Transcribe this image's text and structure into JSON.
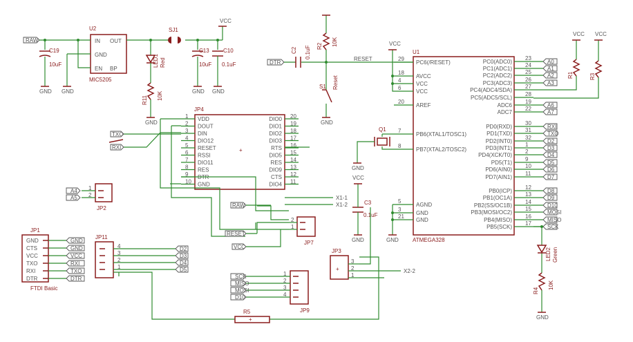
{
  "parts": {
    "u2": {
      "name": "U2",
      "value": "MIC5205",
      "pins": [
        "IN",
        "OUT",
        "GND",
        "EN",
        "BP"
      ]
    },
    "sj1": "SJ1",
    "c19": {
      "name": "C19",
      "value": "10uF"
    },
    "c13": {
      "name": "C13",
      "value": "10uF"
    },
    "c10": {
      "name": "C10",
      "value": "0.1uF"
    },
    "led1": {
      "name": "LED1",
      "color": "Red"
    },
    "r11": {
      "name": "R11",
      "value": "10K"
    },
    "c2": {
      "name": "C2",
      "value": "0.1uF"
    },
    "r2": {
      "name": "R2",
      "value": "10K"
    },
    "s1": {
      "name": "S1",
      "value": "Reset"
    },
    "r1": "R1",
    "r3": "R3",
    "c3": {
      "name": "C3",
      "value": "0.1uF"
    },
    "q1": "Q1",
    "led2": {
      "name": "LED2",
      "color": "Green"
    },
    "r4": {
      "name": "R4",
      "value": "10K"
    },
    "r5": "R5",
    "u1": {
      "name": "U1",
      "value": "ATMEGA328"
    },
    "jp4": "JP4",
    "jp2": "JP2",
    "jp1": "JP1",
    "jp1_value": "FTDI Basic",
    "jp11": "JP11",
    "jp7": "JP7",
    "jp3": "JP3",
    "jp9": "JP9"
  },
  "supply": {
    "vcc": "VCC",
    "gnd": "GND"
  },
  "nets": {
    "reset": "RESET",
    "x1_1": "X1-1",
    "x1_2": "X1-2",
    "x2_2": "X2-2"
  },
  "u1_left": [
    {
      "name": "PC6(/RESET)",
      "num": "29"
    },
    {
      "name": "AVCC",
      "num": "18"
    },
    {
      "name": "VCC",
      "num": "4"
    },
    {
      "name": "VCC",
      "num": "6"
    },
    {
      "name": "AREF",
      "num": "20"
    },
    {
      "name": "PB6(XTAL1/TOSC1)",
      "num": "7"
    },
    {
      "name": "PB7(XTAL2/TOSC2)",
      "num": "8"
    },
    {
      "name": "AGND",
      "num": "5"
    },
    {
      "name": "GND",
      "num": "3"
    },
    {
      "name": "GND",
      "num": "21"
    }
  ],
  "u1_right": [
    {
      "name": "PC0(ADC0)",
      "num": "23",
      "flag": "A0"
    },
    {
      "name": "PC1(ADC1)",
      "num": "24",
      "flag": "A1"
    },
    {
      "name": "PC2(ADC2)",
      "num": "25",
      "flag": "A2"
    },
    {
      "name": "PC3(ADC3)",
      "num": "26",
      "flag": "A3"
    },
    {
      "name": "PC4(ADC4/SDA)",
      "num": "27",
      "flag": ""
    },
    {
      "name": "PC5(ADC5/SCL)",
      "num": "28",
      "flag": ""
    },
    {
      "name": "ADC6",
      "num": "19",
      "flag": "A6"
    },
    {
      "name": "ADC7",
      "num": "22",
      "flag": "A7"
    },
    {
      "name": "PD0(RXD)",
      "num": "30",
      "flag": "RXI"
    },
    {
      "name": "PD1(TXD)",
      "num": "31",
      "flag": "TXO"
    },
    {
      "name": "PD2(INT0)",
      "num": "32",
      "flag": "D2"
    },
    {
      "name": "PD3(INT1)",
      "num": "1",
      "flag": "D3"
    },
    {
      "name": "PD4(XCK/T0)",
      "num": "2",
      "flag": "D4"
    },
    {
      "name": "PD5(T1)",
      "num": "9",
      "flag": "D5"
    },
    {
      "name": "PD6(AIN0)",
      "num": "10",
      "flag": "D6"
    },
    {
      "name": "PD7(AIN1)",
      "num": "11",
      "flag": "D7"
    },
    {
      "name": "PB0(ICP)",
      "num": "12",
      "flag": "D8"
    },
    {
      "name": "PB1(OC1A)",
      "num": "13",
      "flag": "D9"
    },
    {
      "name": "PB2(SS/OC1B)",
      "num": "14",
      "flag": "D10"
    },
    {
      "name": "PB3(MOSI/OC2)",
      "num": "15",
      "flag": "MOSI"
    },
    {
      "name": "PB4(MISO)",
      "num": "16",
      "flag": "MISO"
    },
    {
      "name": "PB5(SCK)",
      "num": "17",
      "flag": "SCK"
    }
  ],
  "jp4_left": [
    {
      "name": "VDD",
      "num": "1"
    },
    {
      "name": "DOUT",
      "num": "2"
    },
    {
      "name": "DIN",
      "num": "3"
    },
    {
      "name": "DIO12",
      "num": "4"
    },
    {
      "name": "RESET",
      "num": "5"
    },
    {
      "name": "RSSI",
      "num": "6"
    },
    {
      "name": "DIO11",
      "num": "7"
    },
    {
      "name": "RES",
      "num": "8"
    },
    {
      "name": "DTR",
      "num": "9"
    },
    {
      "name": "GND",
      "num": "10"
    }
  ],
  "jp4_right": [
    {
      "name": "DIO0",
      "num": "20"
    },
    {
      "name": "DIO1",
      "num": "19"
    },
    {
      "name": "DIO2",
      "num": "18"
    },
    {
      "name": "DIO3",
      "num": "17"
    },
    {
      "name": "RTS",
      "num": "16"
    },
    {
      "name": "DIO5",
      "num": "15"
    },
    {
      "name": "RES",
      "num": "14"
    },
    {
      "name": "DIO9",
      "num": "13"
    },
    {
      "name": "CTS",
      "num": "12"
    },
    {
      "name": "DIO4",
      "num": "11"
    }
  ],
  "jp1_pins": [
    {
      "name": "GND",
      "flag": "GND"
    },
    {
      "name": "CTS",
      "flag": "GND"
    },
    {
      "name": "VCC",
      "flag": "VCC"
    },
    {
      "name": "TXO",
      "flag": "RXI"
    },
    {
      "name": "RXI",
      "flag": "TXO"
    },
    {
      "name": "DTR",
      "flag": "DTR"
    }
  ],
  "jp11_pins": [
    {
      "num": "4",
      "flag": "D2"
    },
    {
      "num": "3",
      "flag": "D3"
    },
    {
      "num": "2",
      "flag": "D4"
    },
    {
      "num": "1",
      "flag": "D5"
    }
  ],
  "jp9_pins": [
    {
      "num": "1",
      "flag": "SCK"
    },
    {
      "num": "2",
      "flag": "MISO"
    },
    {
      "num": "3",
      "flag": "MOSI"
    },
    {
      "num": "4",
      "flag": "D10"
    }
  ],
  "jp2_pins": [
    {
      "num": "1",
      "flag": "A4"
    },
    {
      "num": "2",
      "flag": "A5"
    }
  ],
  "jp7_pins": [
    {
      "num": "1"
    },
    {
      "num": "2"
    }
  ],
  "jp3_pins": [
    {
      "num": "3"
    },
    {
      "num": "2"
    },
    {
      "num": "1"
    }
  ],
  "flags": {
    "raw": "RAW",
    "dtr": "DTR",
    "txo": "TXO",
    "rxi": "RXI",
    "reset": "RESET",
    "vcc": "VCC"
  },
  "pin_nums": {
    "one": "1",
    "two": "2",
    "three": "3",
    "four": "4",
    "five": "5",
    "six": "6",
    "seven": "7",
    "eight": "8"
  }
}
